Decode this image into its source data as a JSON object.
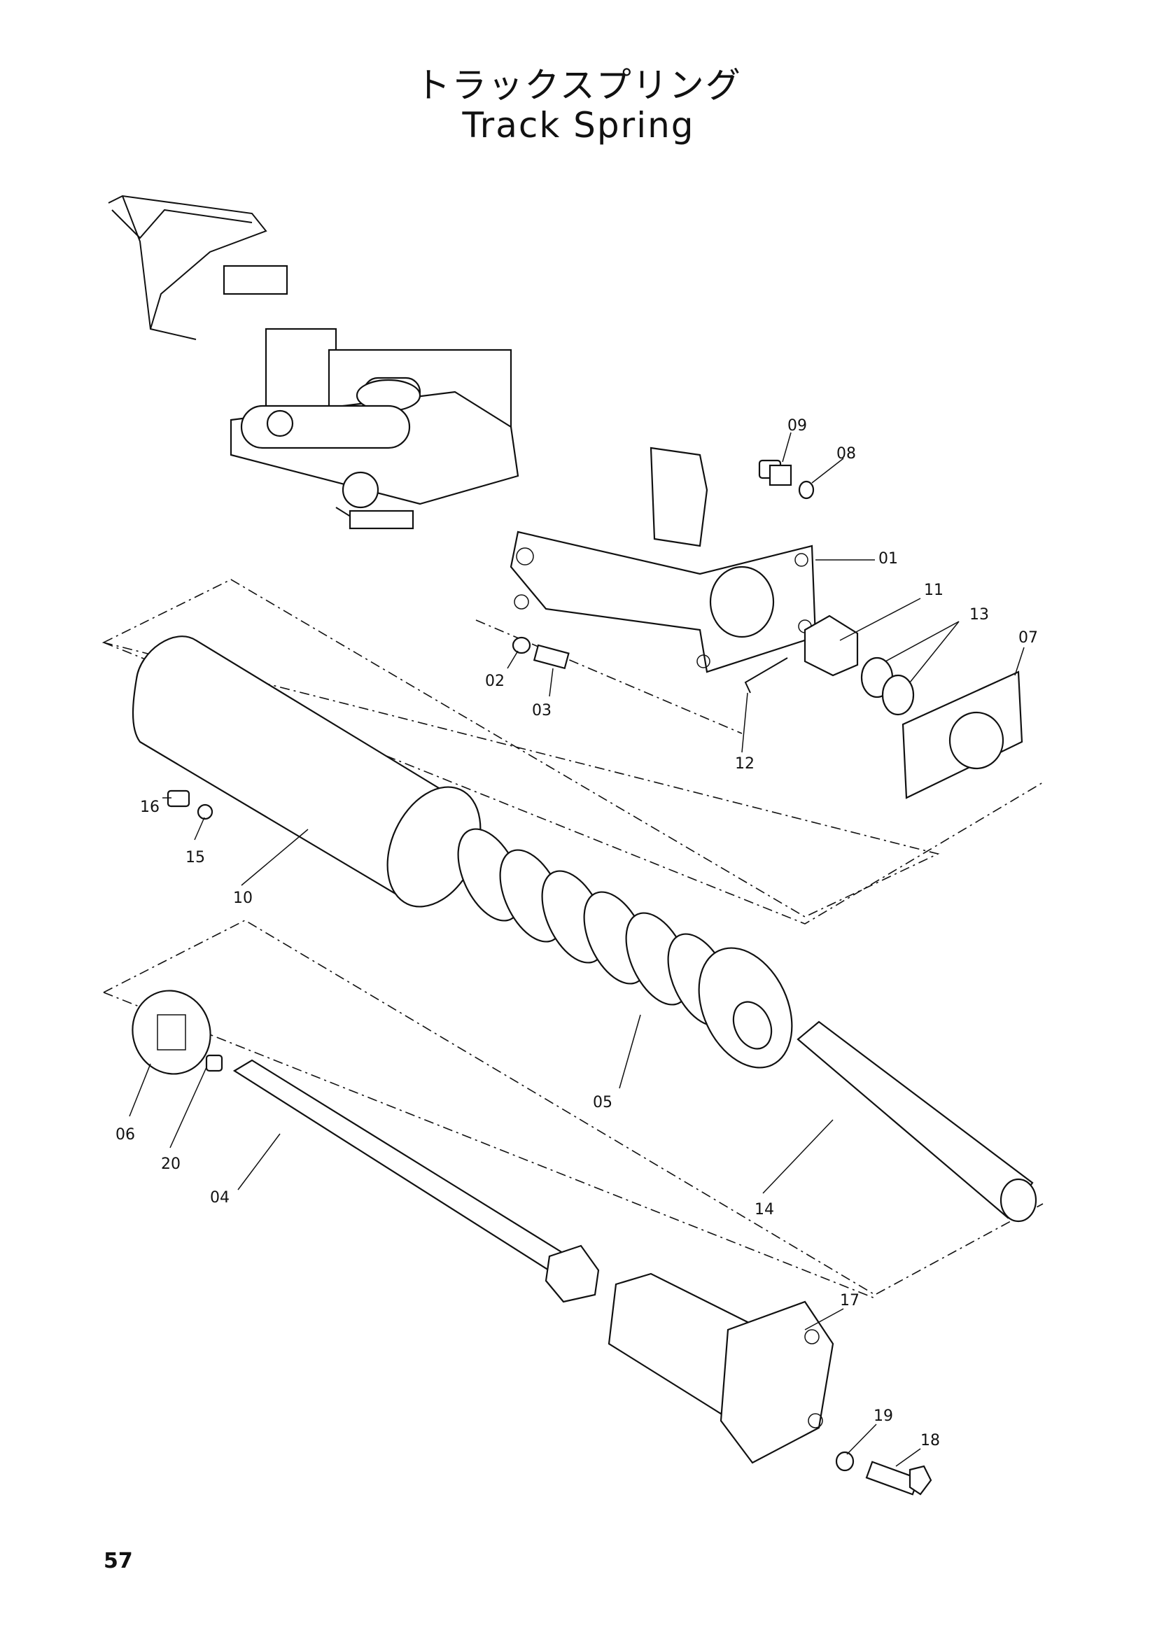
{
  "title": {
    "japanese": "トラックスプリング",
    "english": "Track Spring"
  },
  "page_number": "57",
  "callouts": [
    "01",
    "02",
    "03",
    "04",
    "05",
    "06",
    "07",
    "08",
    "09",
    "10",
    "11",
    "12",
    "13",
    "14",
    "15",
    "16",
    "17",
    "18",
    "19",
    "20"
  ]
}
